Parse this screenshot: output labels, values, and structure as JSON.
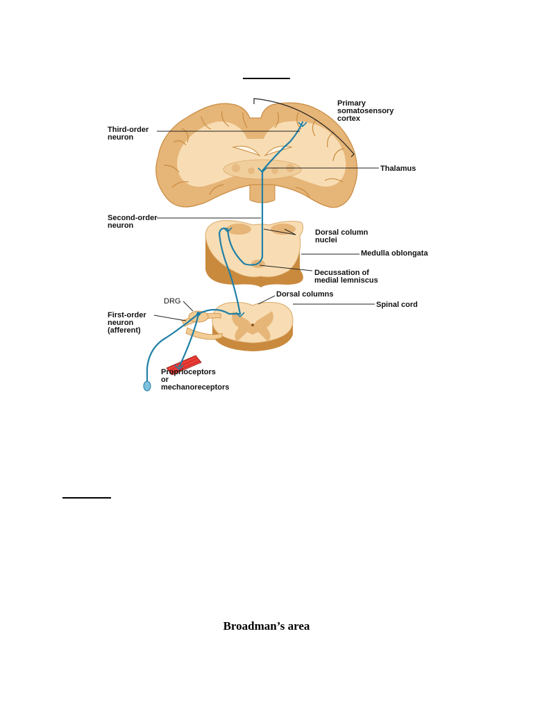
{
  "figure": {
    "labels": {
      "cortex": "Primary\nsomatosensory\ncortex",
      "third_order": "Third-order\nneuron",
      "thalamus": "Thalamus",
      "second_order": "Second-order\nneuron",
      "dorsal_column_nuclei": "Dorsal column\nnuclei",
      "medulla": "Medulla oblongata",
      "decussation": "Decussation of\nmedial lemniscus",
      "drg": "DRG",
      "dorsal_columns": "Dorsal columns",
      "spinal_cord": "Spinal cord",
      "first_order": "First-order\nneuron\n(afferent)",
      "receptors": "Proprioceptors\nor\nmechanoreceptors"
    },
    "colors": {
      "tissue": "#e6b578",
      "tissue_light": "#f8ddb4",
      "tissue_dark": "#c98a3e",
      "neuron": "#1f7fa6",
      "muscle": "#e0322b"
    }
  },
  "heading": "Broadman’s area"
}
